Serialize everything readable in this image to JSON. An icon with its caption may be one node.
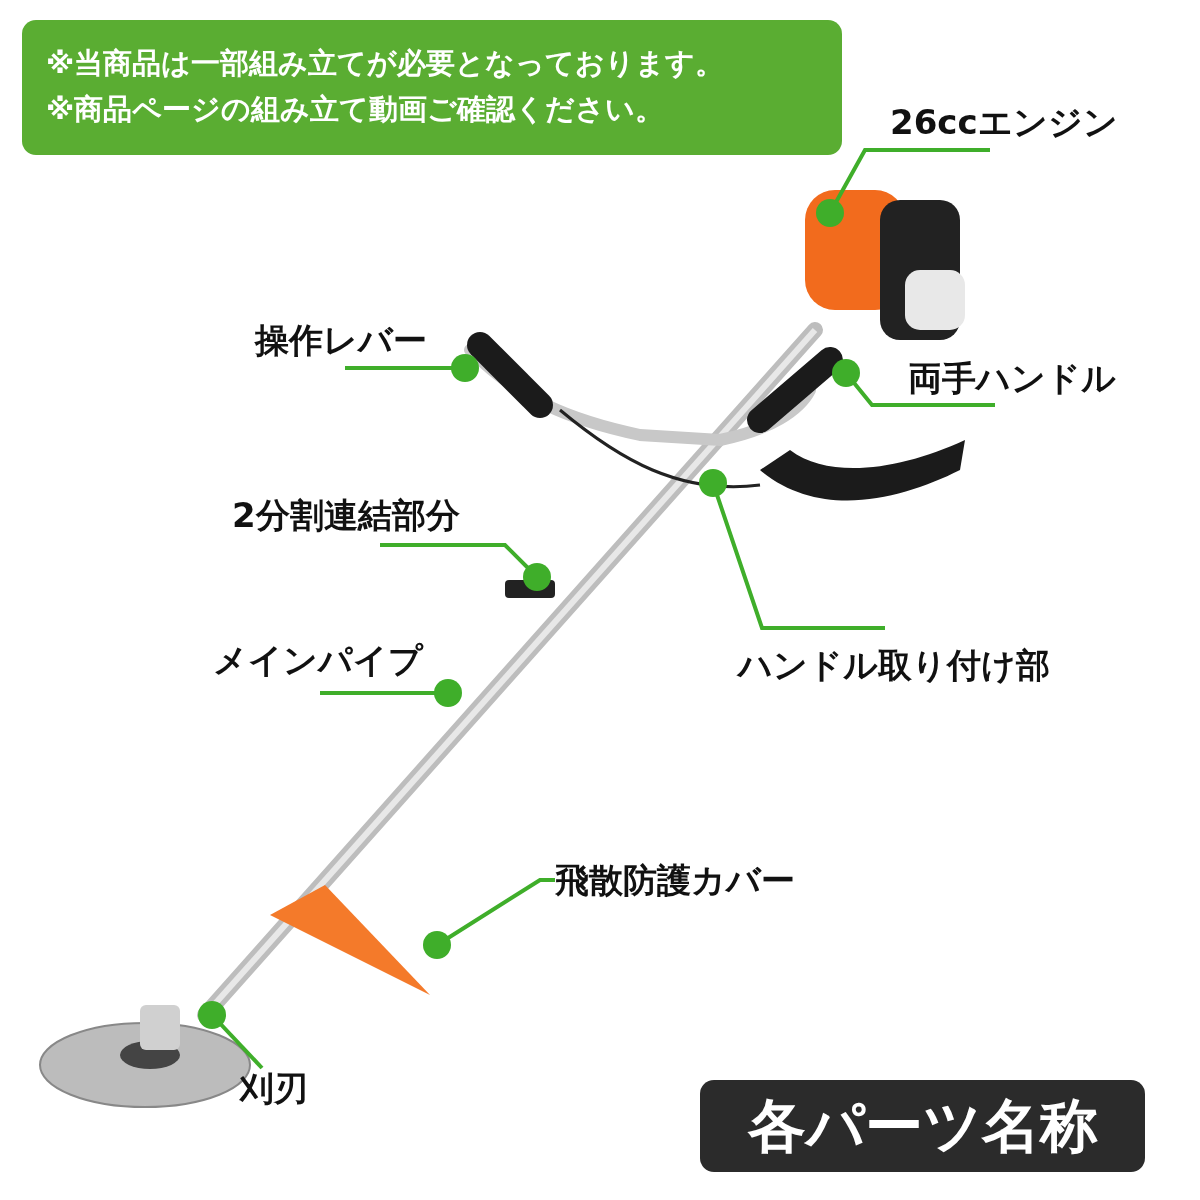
{
  "diagram": {
    "title": "各パーツ名称",
    "nodes": [
      {
        "text": [
          "※当商品は一部組み立てが必要となっております。",
          "※商品ページの組み立て動画ご確認ください。"
        ]
      },
      {
        "text": [
          "26ccエンジン"
        ]
      },
      {
        "text": [
          "操作レバー"
        ]
      },
      {
        "text": [
          "両手ハンドル"
        ]
      },
      {
        "text": [
          "2分割連結部分"
        ]
      },
      {
        "text": [
          "ハンドル取り付け部"
        ]
      },
      {
        "text": [
          "メインパイプ"
        ]
      },
      {
        "text": [
          "飛散防護カバー"
        ]
      },
      {
        "text": [
          "刈刃"
        ]
      }
    ],
    "edges": [
      {
        "from": 1,
        "to": null,
        "arrow": "other"
      },
      {
        "from": 2,
        "to": null,
        "arrow": "other"
      },
      {
        "from": 3,
        "to": null,
        "arrow": "other"
      },
      {
        "from": 4,
        "to": null,
        "arrow": "other"
      },
      {
        "from": 5,
        "to": null,
        "arrow": "other"
      },
      {
        "from": 6,
        "to": null,
        "arrow": "other"
      },
      {
        "from": 7,
        "to": null,
        "arrow": "other"
      },
      {
        "from": 8,
        "to": null,
        "arrow": "other"
      }
    ]
  }
}
